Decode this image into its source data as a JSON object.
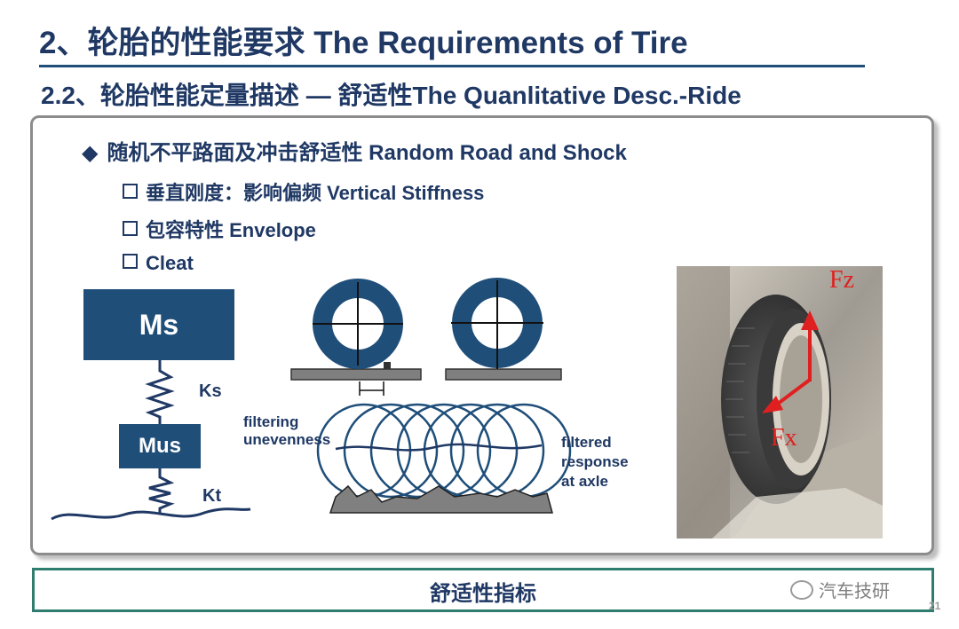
{
  "slide": {
    "title": "2、轮胎的性能要求 The Requirements of Tire",
    "subtitle": "2.2、轮胎性能定量描述 — 舒适性The Quanlitative Desc.-Ride"
  },
  "content": {
    "main_bullet_symbol": "◆",
    "main_bullet": "随机不平路面及冲击舒适性 Random Road and Shock",
    "sub_bullets": [
      "垂直刚度：影响偏频 Vertical Stiffness",
      "包容特性 Envelope",
      "Cleat"
    ]
  },
  "figure_model": {
    "ms": "Ms",
    "mus": "Mus",
    "ks": "Ks",
    "kt": "Kt"
  },
  "figure_envelope": {
    "left_label": "filtering\nunevenness",
    "right_label": "filtered\nresponse\nat axle"
  },
  "photo": {
    "fz": "Fz",
    "fx": "Fx"
  },
  "footer": {
    "caption": "舒适性指标",
    "watermark": "汽车技研",
    "page_number": "21"
  },
  "colors": {
    "navy": "#1f3864",
    "block": "#1f4e79",
    "force_arrow": "#e02020",
    "footer_border": "#2e7d6f"
  }
}
